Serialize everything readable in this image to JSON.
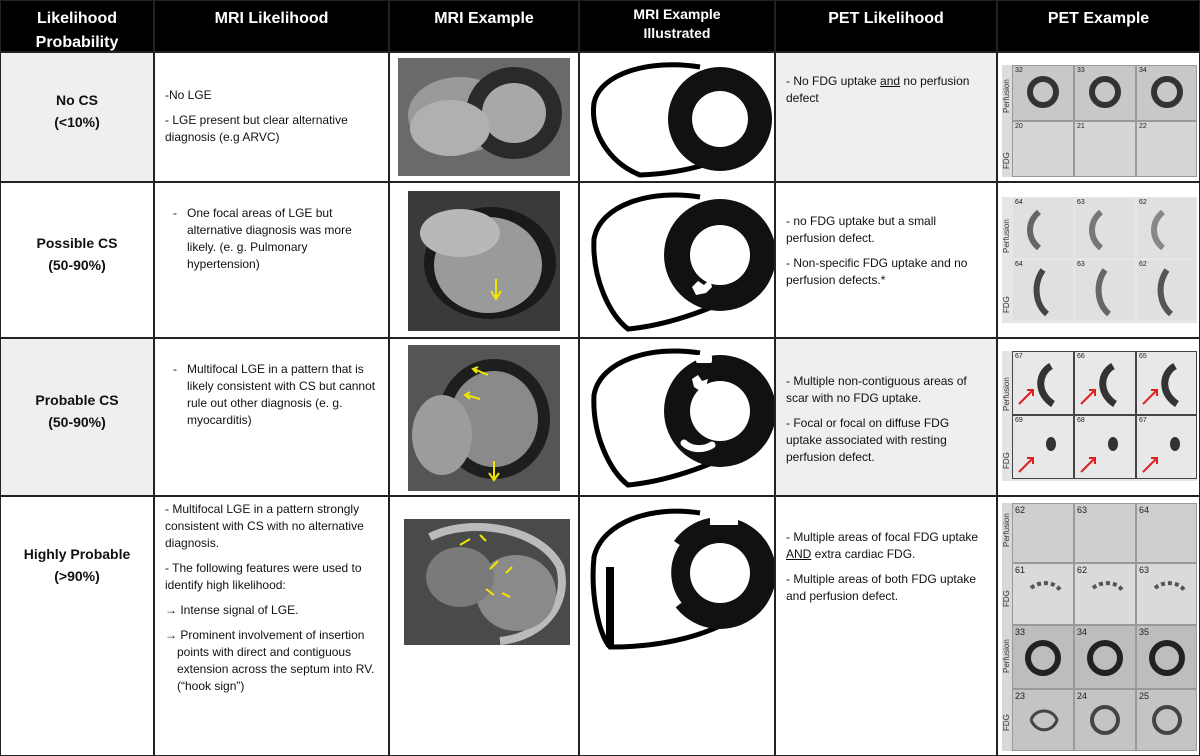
{
  "headers": [
    "Likelihood Probability",
    "MRI Likelihood",
    "MRI Example",
    "MRI Example Illustrated",
    "PET Likelihood",
    "PET Example"
  ],
  "header_lines": {
    "likelihood": [
      "Likelihood",
      "Probability"
    ],
    "illustrated": [
      "MRI Example",
      "Illustrated"
    ]
  },
  "rows": [
    {
      "name": "No CS",
      "range": "(<10%)",
      "mri": [
        "-No LGE",
        "- LGE present but clear alternative diagnosis (e.g ARVC)"
      ],
      "pet": [
        "- No FDG uptake and no perfusion defect"
      ],
      "pet_labels": [
        "Perfusion",
        "FDG"
      ],
      "pet_nums": [
        [
          "32",
          "33",
          "34"
        ],
        [
          "20",
          "21",
          "22"
        ]
      ]
    },
    {
      "name": "Possible CS",
      "range": "(50-90%)",
      "mri": [
        "One focal areas of LGE but alternative diagnosis was more likely. (e. g. Pulmonary hypertension)"
      ],
      "pet": [
        "- no FDG uptake but a small perfusion defect.",
        "- Non-specific FDG uptake and no perfusion defects.*"
      ],
      "pet_labels": [
        "Perfusion",
        "FDG"
      ],
      "pet_nums": [
        [
          "64",
          "63",
          "62"
        ],
        [
          "64",
          "63",
          "62"
        ]
      ]
    },
    {
      "name": "Probable CS",
      "range": "(50-90%)",
      "mri": [
        "Multifocal LGE in a pattern that is likely consistent with CS but cannot rule out other diagnosis (e. g. myocarditis)"
      ],
      "pet": [
        "- Multiple non-contiguous areas of scar with no FDG uptake.",
        "- Focal or focal on diffuse FDG uptake associated with resting perfusion defect."
      ],
      "pet_labels": [
        "Perfusion",
        "FDG"
      ],
      "pet_nums": [
        [
          "67",
          "66",
          "65"
        ],
        [
          "69",
          "68",
          "67"
        ]
      ]
    },
    {
      "name": "Highly Probable",
      "range": "(>90%)",
      "mri": [
        "- Multifocal LGE in a pattern strongly consistent with CS with no alternative diagnosis.",
        "- The following features were used to identify high likelihood:",
        "→ Intense signal of LGE.",
        "→ Prominent involvement of insertion points with direct and contiguous extension across the septum into RV. (“hook sign”)"
      ],
      "pet": [
        "- Multiple areas of focal FDG uptake AND extra cardiac FDG.",
        "- Multiple areas of both FDG uptake and perfusion defect."
      ],
      "pet_labels": [
        "Perfusion",
        "FDG",
        "Perfusion",
        "FDG"
      ],
      "pet_nums": [
        [
          "62",
          "63",
          "64"
        ],
        [
          "61",
          "62",
          "63"
        ],
        [
          "33",
          "34",
          "35"
        ],
        [
          "23",
          "24",
          "25"
        ]
      ]
    }
  ],
  "pet_emphasis": {
    "row1_and": "and",
    "row4_and": "AND"
  },
  "colors": {
    "header_bg": "#000000",
    "header_fg": "#ffffff",
    "shade": "#efefef",
    "arrow_yellow": "#f2e600",
    "arrow_red": "#e02020"
  }
}
